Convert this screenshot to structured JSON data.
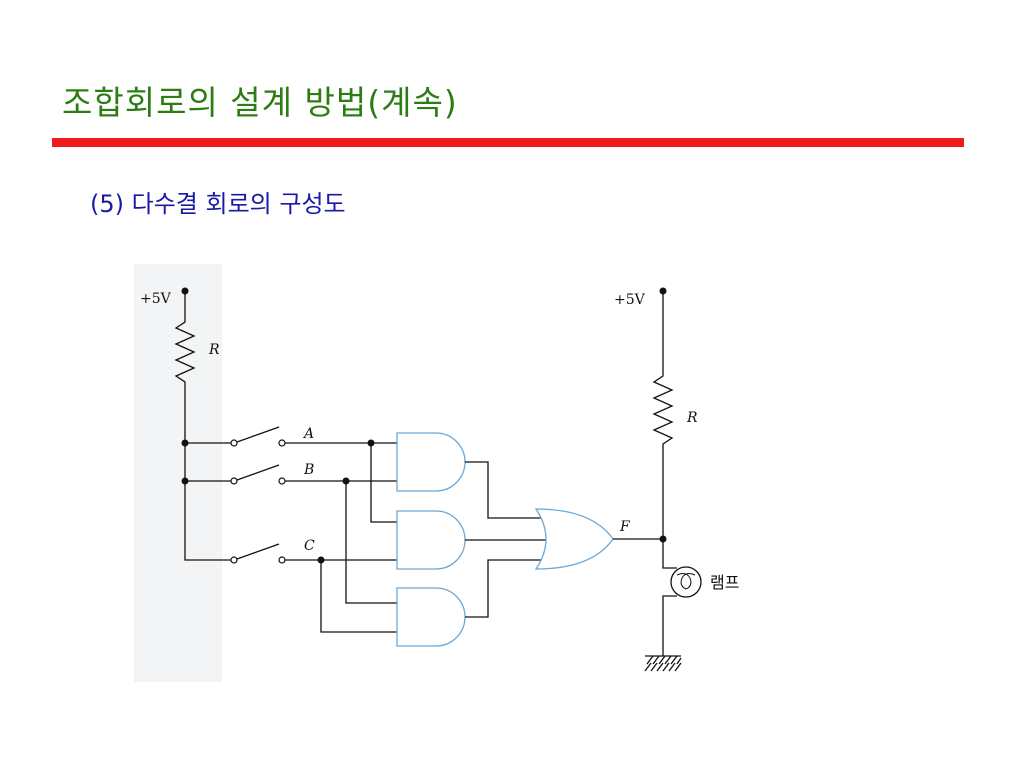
{
  "slide": {
    "title": "조합회로의 설계 방법(계속)",
    "subtitle": "(5) 다수결 회로의 구성도"
  },
  "circuit": {
    "supply_left": "+5V",
    "supply_right": "+5V",
    "resistor_left": "R",
    "resistor_right": "R",
    "input_a": "A",
    "input_b": "B",
    "input_c": "C",
    "output": "F",
    "lamp": "램프"
  },
  "colors": {
    "title": "#2e7d14",
    "rule": "#ee1c1c",
    "subtitle": "#1a1aa6",
    "gate_outline": "#6aa8d8"
  }
}
